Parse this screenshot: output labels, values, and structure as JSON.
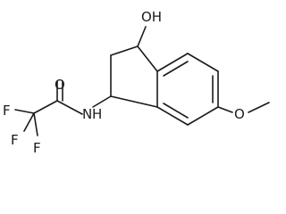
{
  "molecule": {
    "atoms": {
      "hydroxyl": "OH",
      "carbonyl_oxygen": "O",
      "amide_nitrogen": "N",
      "amide_hydrogen": "H",
      "fluorine_1": "F",
      "fluorine_2": "F",
      "fluorine_3": "F",
      "ether_oxygen": "O"
    }
  }
}
